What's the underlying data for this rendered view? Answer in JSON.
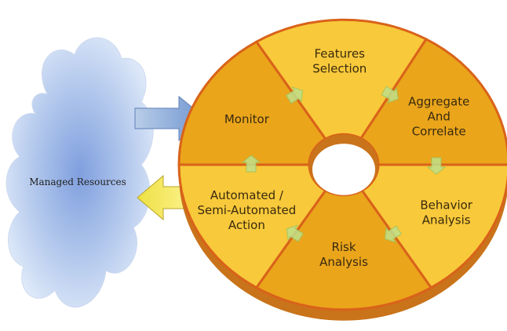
{
  "cloud": {
    "label": "Managed Resources"
  },
  "segments": [
    {
      "id": "features",
      "lines": [
        "Features",
        "Selection"
      ]
    },
    {
      "id": "aggregate",
      "lines": [
        "Aggregate",
        "And",
        "Correlate"
      ]
    },
    {
      "id": "behavior",
      "lines": [
        "Behavior",
        "Analysis"
      ]
    },
    {
      "id": "risk",
      "lines": [
        "Risk",
        "Analysis"
      ]
    },
    {
      "id": "action",
      "lines": [
        "Automated /",
        "Semi-Automated",
        "Action"
      ]
    },
    {
      "id": "monitor",
      "lines": [
        "Monitor"
      ]
    }
  ],
  "colors": {
    "segment_light": "#f8c93a",
    "segment_dark": "#eaa51b",
    "segment_side": "#c9731a",
    "divider": "#d9621a",
    "cloud": "#b7cbea",
    "arrow_in": "#8fb1df",
    "arrow_out": "#f3f06a"
  }
}
